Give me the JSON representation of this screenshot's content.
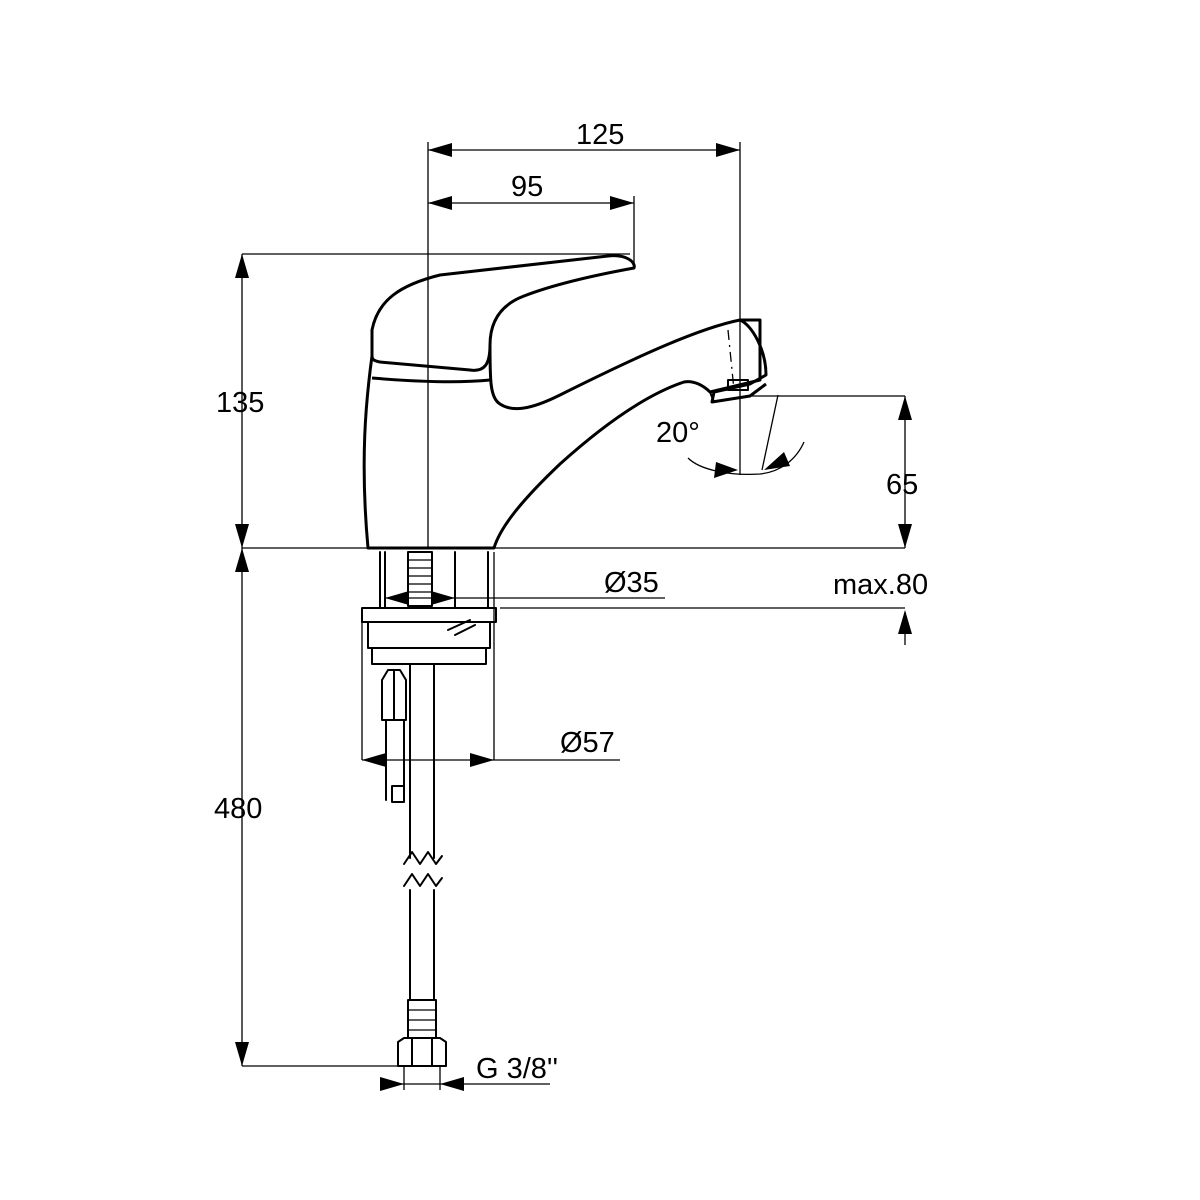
{
  "dimensions": {
    "d125": "125",
    "d95": "95",
    "d135": "135",
    "d65": "65",
    "d480": "480",
    "d35": "Ø35",
    "d57": "Ø57",
    "max80": "max.80",
    "angle": "20°",
    "thread": "G 3/8''"
  }
}
